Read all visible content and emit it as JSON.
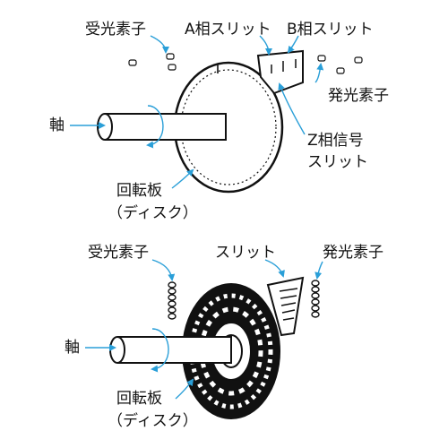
{
  "top_diagram": {
    "receiver_label": "受光素子",
    "slit_a_label": "A相スリット",
    "slit_b_label": "B相スリット",
    "shaft_label": "軸",
    "emitter_label": "発光素子",
    "slit_z_line1": "Z相信号",
    "slit_z_line2": "スリット",
    "disk_line1": "回転板",
    "disk_line2": "（ディスク）"
  },
  "bottom_diagram": {
    "receiver_label": "受光素子",
    "slit_label": "スリット",
    "emitter_label": "発光素子",
    "shaft_label": "軸",
    "disk_line1": "回転板",
    "disk_line2": "（ディスク）"
  },
  "colors": {
    "arrow": "#2a9fd8",
    "ink": "#111111"
  }
}
